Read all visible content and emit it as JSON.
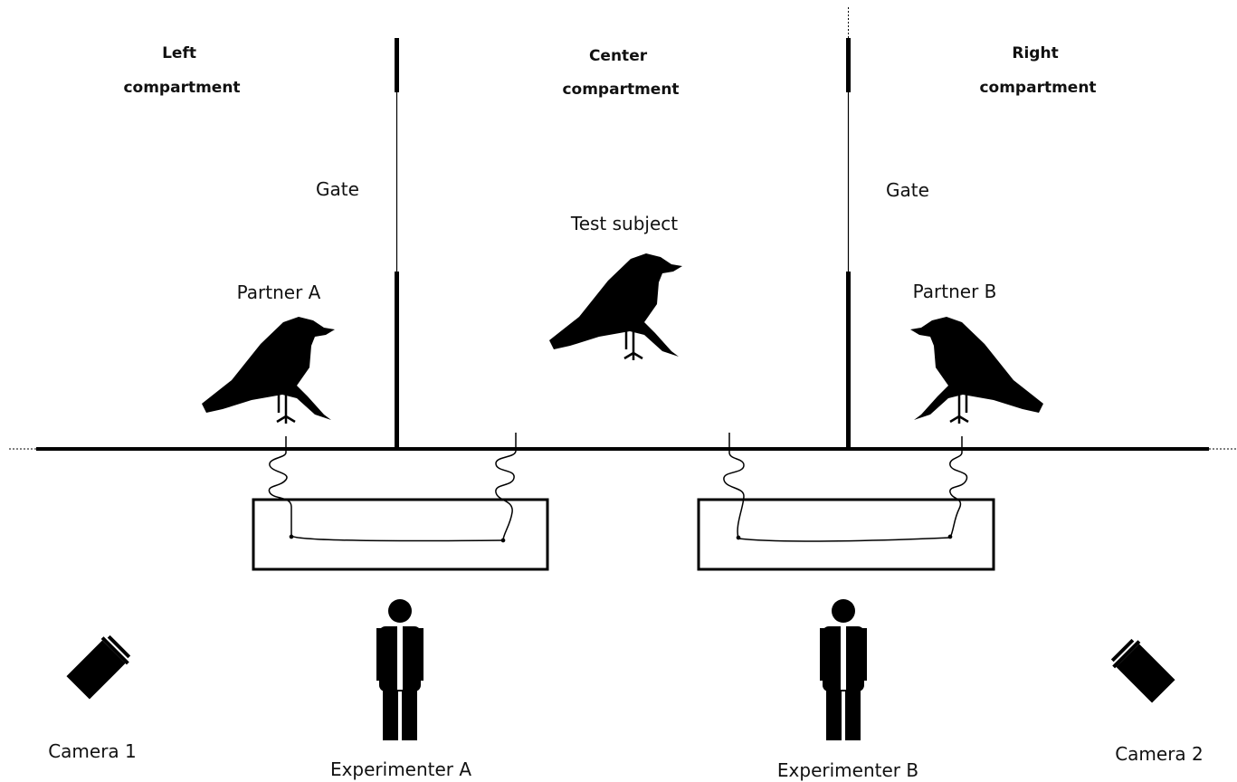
{
  "labels": {
    "left_compartment": [
      "Left",
      "compartment"
    ],
    "center_compartment": [
      "Center",
      "compartment"
    ],
    "right_compartment": [
      "Right",
      "compartment"
    ],
    "gate_left": "Gate",
    "gate_right": "Gate",
    "test_subject": "Test subject",
    "partner_a": "Partner A",
    "partner_b": "Partner B",
    "experimenter_a": "Experimenter A",
    "experimenter_b": "Experimenter B",
    "camera_1": "Camera 1",
    "camera_2": "Camera 2"
  },
  "colors": {
    "ink": "#000000"
  },
  "icons": [
    "crow-icon",
    "person-icon",
    "camera-icon",
    "string-icon",
    "tray-apparatus"
  ]
}
